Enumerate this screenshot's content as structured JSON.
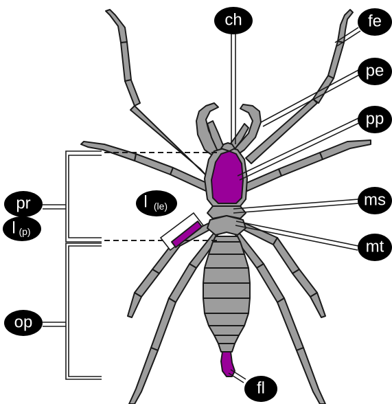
{
  "labels": {
    "ch": "ch",
    "fe": "fe",
    "pe": "pe",
    "pp": "pp",
    "ms": "ms",
    "mt": "mt",
    "fl": "fl",
    "pr": "pr",
    "lp_main": "l",
    "lp_sub": "(p)",
    "op": "op",
    "lle_main": "l",
    "lle_sub": "(le)"
  },
  "colors": {
    "body": "#9d9d9d",
    "highlight": "#990099",
    "outline": "#1a1a1a",
    "label_bg": "#000000",
    "label_text": "#ffffff"
  }
}
